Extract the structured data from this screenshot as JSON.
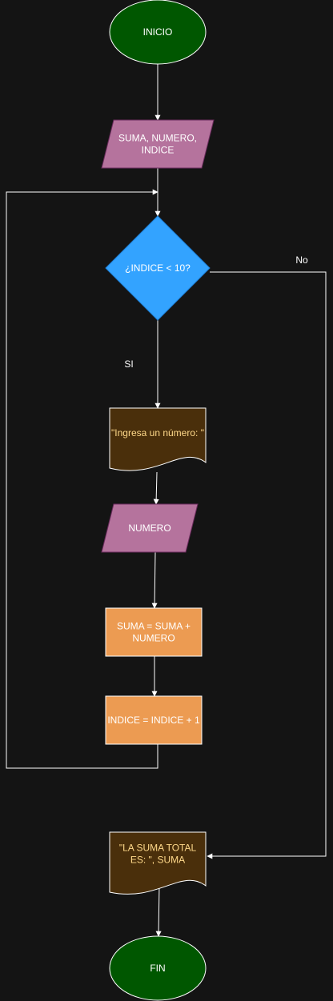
{
  "colors": {
    "background": "#141414",
    "terminal_fill": "#005700",
    "terminal_stroke": "#ffffff",
    "io_fill": "#b5739d",
    "io_stroke": "#6c2c5e",
    "decision_fill": "#33a3ff",
    "decision_stroke": "#1e7fd6",
    "document_fill": "#4a2f0b",
    "document_stroke": "#ffffff",
    "process_fill": "#ec9b52",
    "process_stroke": "#ffffff",
    "connector": "#ffffff",
    "label_text": "#ffffff",
    "document_text": "#ffd98a"
  },
  "nodes": {
    "start": {
      "lines": [
        "INICIO"
      ]
    },
    "declare": {
      "lines": [
        "SUMA, NUMERO,",
        "INDICE"
      ]
    },
    "decision": {
      "lines": [
        "¿INDICE < 10?"
      ]
    },
    "prompt": {
      "lines": [
        "\"Ingresa un número: \""
      ]
    },
    "input": {
      "lines": [
        "NUMERO"
      ]
    },
    "sum": {
      "lines": [
        "SUMA = SUMA +",
        "NUMERO"
      ]
    },
    "increment": {
      "lines": [
        "INDICE = INDICE + 1"
      ]
    },
    "output": {
      "lines": [
        "\"LA SUMA TOTAL",
        "ES: \", SUMA"
      ]
    },
    "end": {
      "lines": [
        "FIN"
      ]
    }
  },
  "edge_labels": {
    "yes": "SI",
    "no": "No"
  }
}
